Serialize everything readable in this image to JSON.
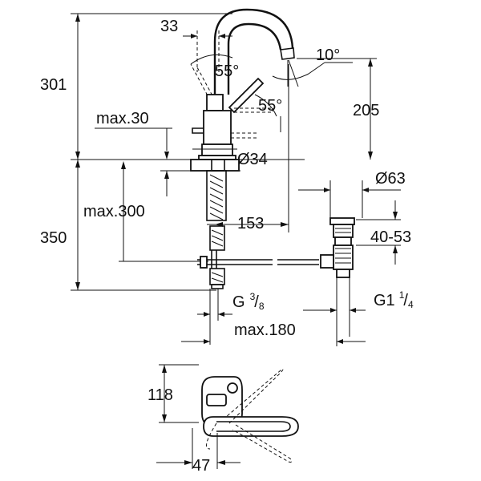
{
  "dimensions": {
    "total_height": "301",
    "lever_offset": "33",
    "spout_angle": "10°",
    "lever_angle_upper": "55°",
    "lever_angle_lower": "55°",
    "spout_height": "205",
    "deck_max": "max.30",
    "body_diameter": "Ø34",
    "waste_diameter": "Ø63",
    "pipe_max": "max.300",
    "spout_reach": "153",
    "waste_range": "40-53",
    "below_height": "350",
    "inlet_thread_main": "G",
    "inlet_thread_num": "3",
    "inlet_thread_den": "8",
    "waste_thread_main": "G1",
    "waste_thread_num": "1",
    "waste_thread_den": "4",
    "rod_max": "max.180",
    "plan_depth": "118",
    "plan_width": "47"
  }
}
